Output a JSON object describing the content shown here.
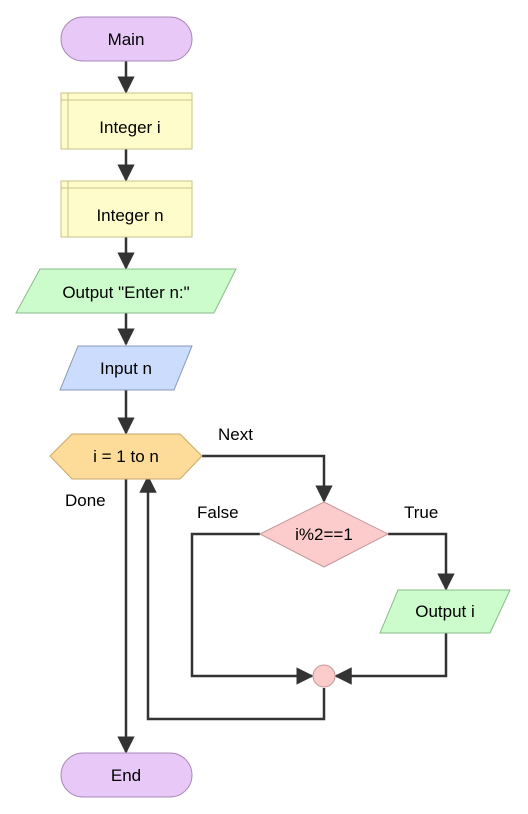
{
  "nodes": {
    "main": "Main",
    "decl_i": "Integer i",
    "decl_n": "Integer n",
    "output_prompt": "Output \"Enter n:\"",
    "input_n": "Input n",
    "loop": "i = 1 to n",
    "condition": "i%2==1",
    "output_i": "Output i",
    "end": "End"
  },
  "edges": {
    "next": "Next",
    "done": "Done",
    "false": "False",
    "true": "True"
  },
  "colors": {
    "terminal": "#e8c8f7",
    "declare": "#fffccc",
    "io_green": "#ccfccc",
    "io_blue": "#ccdcfc",
    "loop": "#fcdc98",
    "decision": "#fccccc",
    "connector": "#fccccc",
    "line": "#333333"
  }
}
